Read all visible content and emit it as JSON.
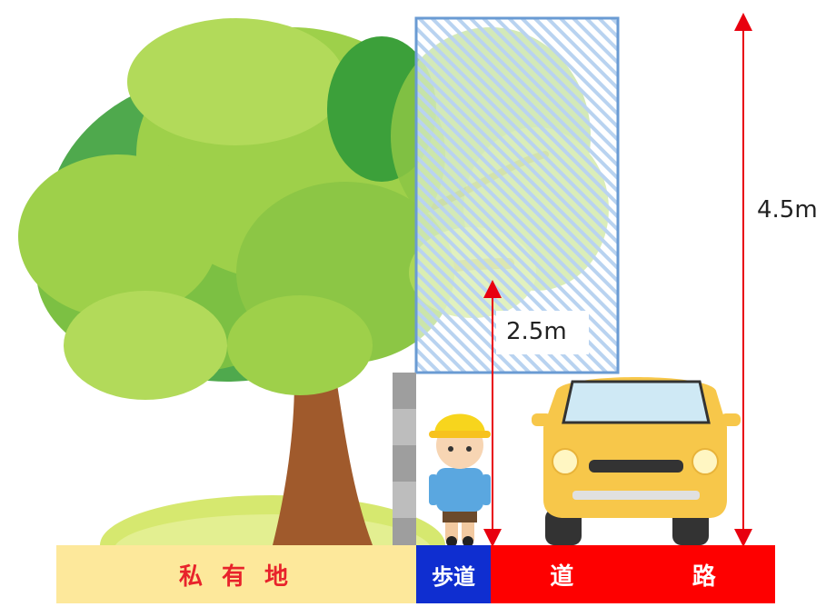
{
  "labels": {
    "height_overall": "4.5m",
    "height_sidewalk": "2.5m"
  },
  "ground": {
    "private_land": "私 有 地",
    "sidewalk": "歩道",
    "road_a": "道",
    "road_b": "路"
  },
  "colors": {
    "private_land_bg": "#fde89b",
    "private_land_text": "#e8232b",
    "sidewalk_bg": "#0f2ed0",
    "road_bg": "#fe0000",
    "arrow": "#e8000f",
    "zone_border": "#6a9bd3",
    "zone_hatch": "#b9d3f0",
    "leaf_light": "#9ed04a",
    "leaf_dark": "#3ca03a",
    "trunk": "#a05a2c",
    "car_body": "#f7c74a"
  }
}
